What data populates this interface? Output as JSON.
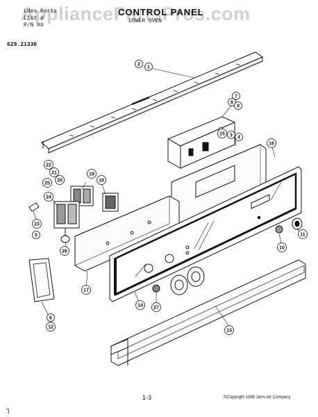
{
  "header": {
    "line1": "Ldes Parts",
    "line2": "List #",
    "line3": "P/N ##"
  },
  "title": "CONTROL PANEL",
  "subtitle": "LOWER OVEN",
  "model_number": "629.21336",
  "watermark": "AppliancePartsPros.com",
  "callouts": [
    {
      "label": "2"
    },
    {
      "label": "1"
    },
    {
      "label": "7"
    },
    {
      "label": "8"
    },
    {
      "label": "9"
    },
    {
      "label": "15"
    },
    {
      "label": "3"
    },
    {
      "label": "4"
    },
    {
      "label": "16"
    },
    {
      "label": "22"
    },
    {
      "label": "21"
    },
    {
      "label": "25"
    },
    {
      "label": "20"
    },
    {
      "label": "19"
    },
    {
      "label": "18"
    },
    {
      "label": "24"
    },
    {
      "label": "23"
    },
    {
      "label": "5"
    },
    {
      "label": "26"
    },
    {
      "label": "17"
    },
    {
      "label": "14"
    },
    {
      "label": "27"
    },
    {
      "label": "10"
    },
    {
      "label": "11"
    },
    {
      "label": "6"
    },
    {
      "label": "12"
    },
    {
      "label": "13"
    }
  ],
  "footer": {
    "page": "1-3",
    "copyright": "©Copyright 1989 Jenn-Air Company",
    "corner_mark": "┐"
  }
}
